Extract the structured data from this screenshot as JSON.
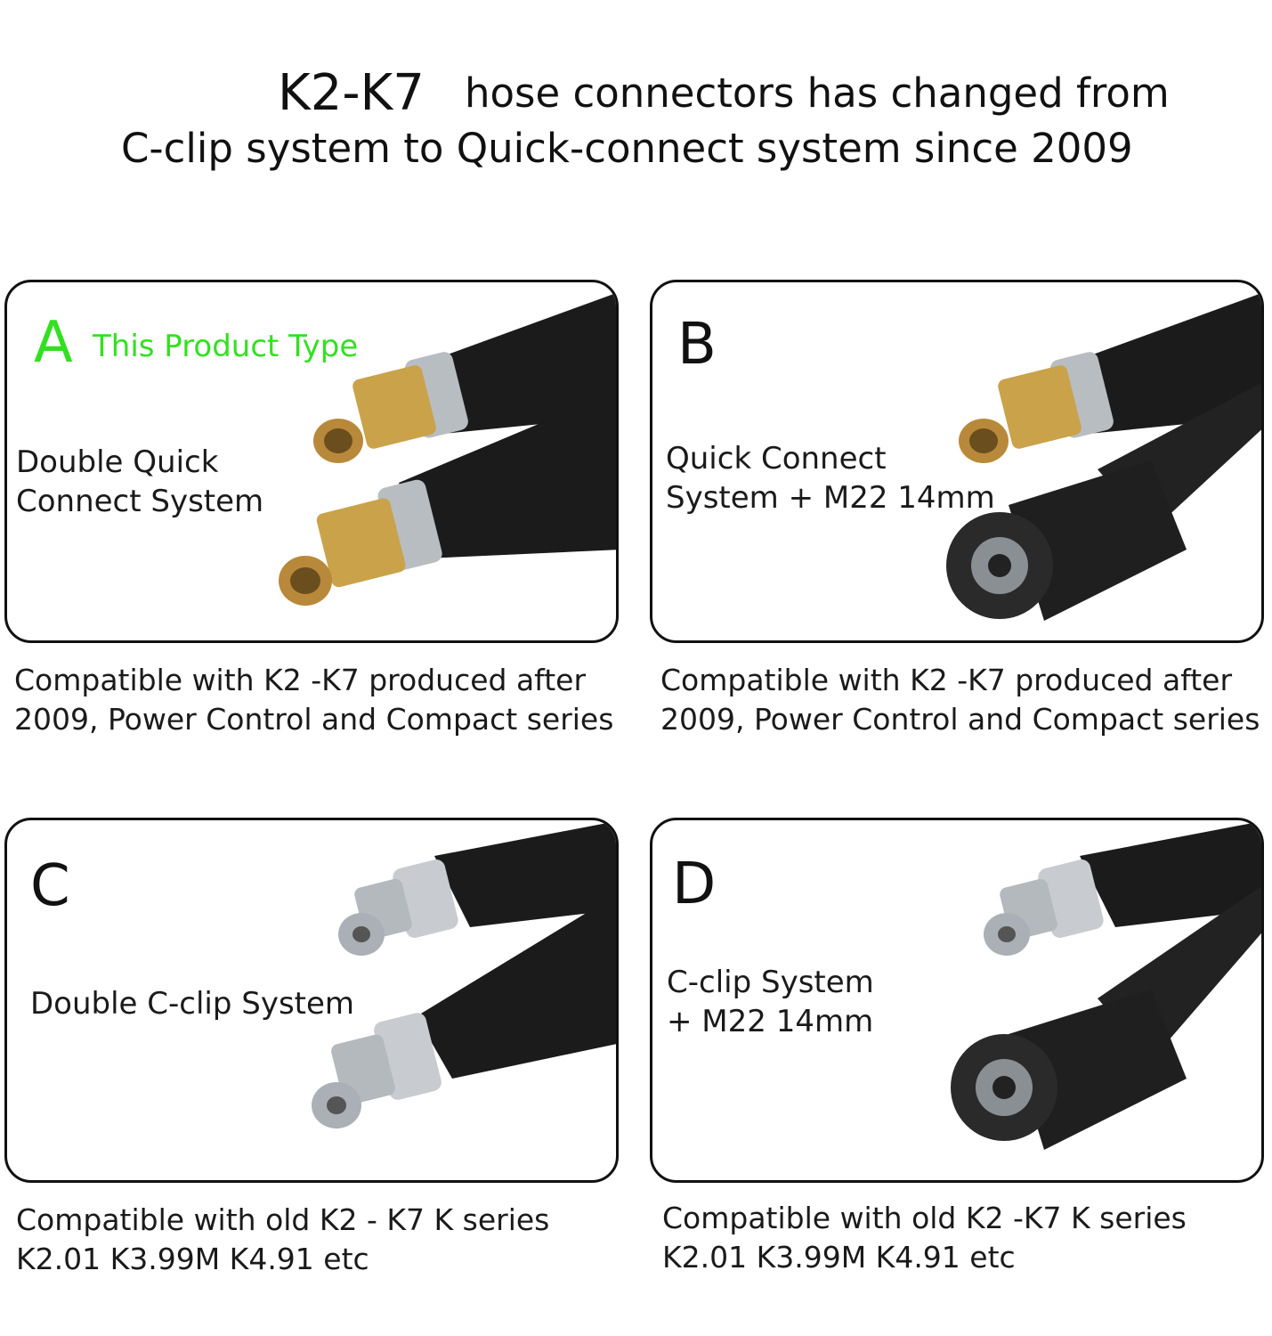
{
  "header": {
    "model_range": "K2-K7",
    "line1_rest": "hose connectors has changed from",
    "line2": "C-clip system to Quick-connect system since 2009"
  },
  "panels": [
    {
      "letter": "A",
      "tag": "This Product Type",
      "system": [
        "Double Quick",
        "Connect System"
      ],
      "caption": [
        "Compatible with K2 -K7 produced after",
        "2009, Power Control and Compact series"
      ]
    },
    {
      "letter": "B",
      "system": [
        "Quick Connect",
        "System + M22 14mm"
      ],
      "caption": [
        "Compatible with K2 -K7 produced after",
        "2009, Power Control and Compact series"
      ]
    },
    {
      "letter": "C",
      "system": [
        "Double C-clip System"
      ],
      "caption": [
        "Compatible with old K2 - K7  K series",
        "K2.01 K3.99M K4.91 etc"
      ]
    },
    {
      "letter": "D",
      "system": [
        "C-clip System",
        "+ M22 14mm"
      ],
      "caption": [
        "Compatible with old K2 -K7  K series",
        "K2.01 K3.99M K4.91 etc"
      ]
    }
  ],
  "colors": {
    "accent_green": "#33e021",
    "border": "#111111",
    "hose": "#1b1b1b",
    "brass": "#c9a24a",
    "steel": "#c8ccd0"
  },
  "icons": [
    "quick-connect-brass-coupler",
    "c-clip-steel-coupler",
    "m22-threaded-nut",
    "black-hose"
  ]
}
